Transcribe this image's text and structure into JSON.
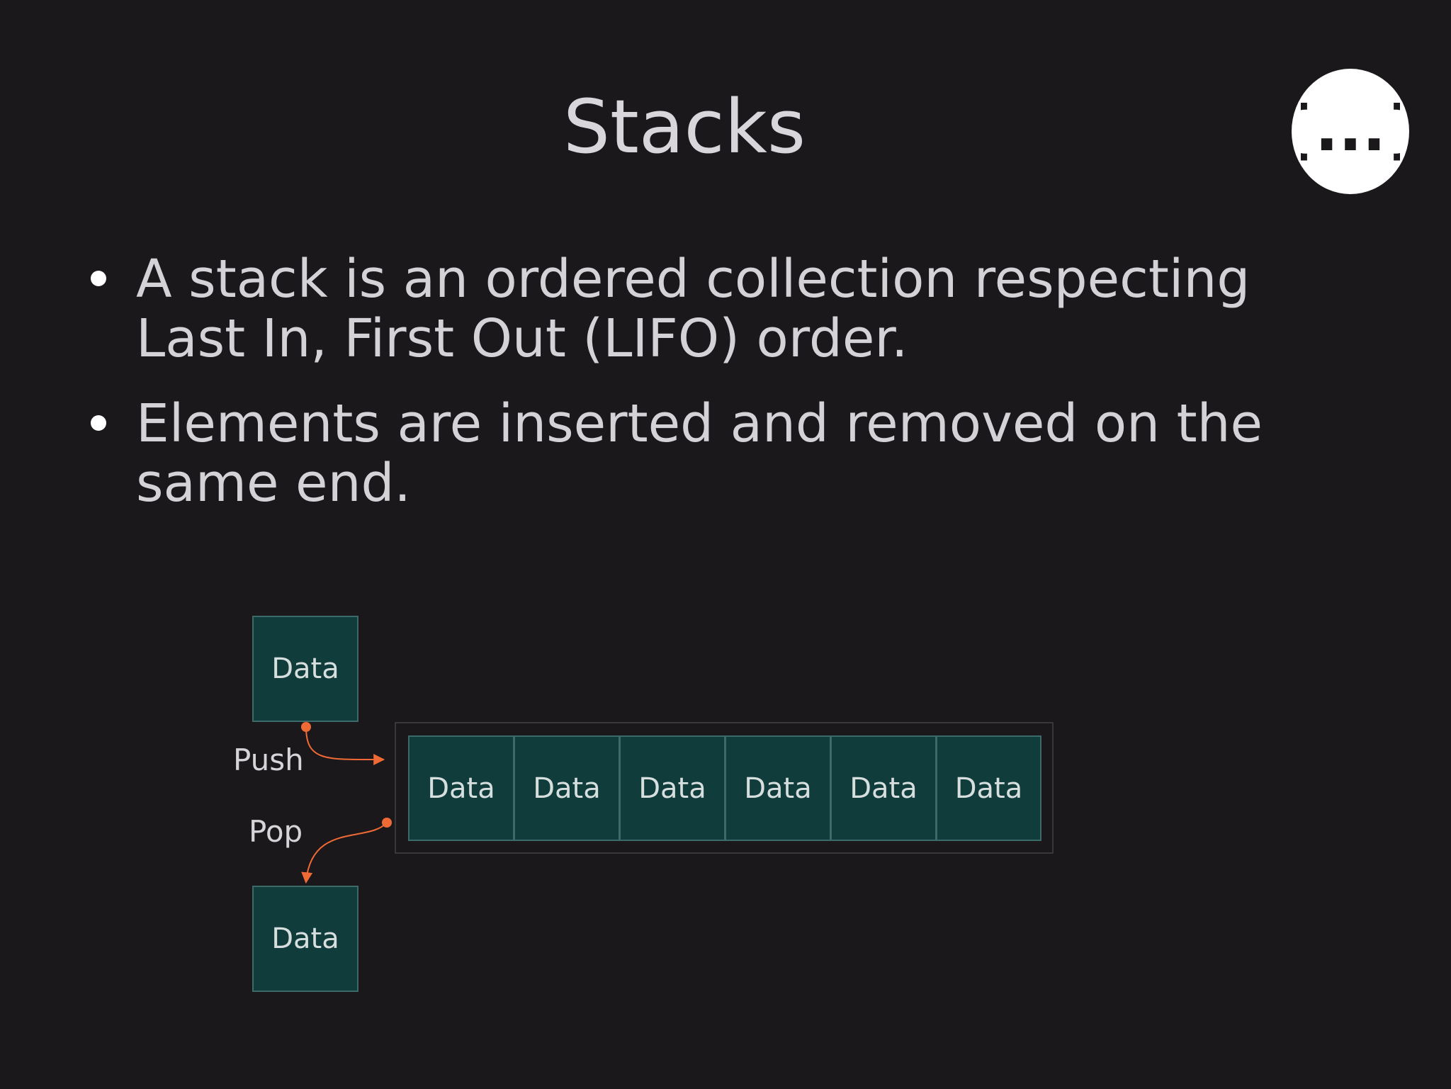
{
  "slide": {
    "title": "Stacks",
    "logo_text": "{...}",
    "bullets": [
      "A stack is an ordered collection respecting Last In, First Out (LIFO) order.",
      "Elements are inserted and removed on the same end."
    ]
  },
  "diagram": {
    "push_label": "Push",
    "pop_label": "Pop",
    "incoming_box": "Data",
    "outgoing_box": "Data",
    "stack_items": [
      "Data",
      "Data",
      "Data",
      "Data",
      "Data",
      "Data"
    ],
    "accent_color": "#f06a35",
    "box_color": "#103c3c"
  }
}
